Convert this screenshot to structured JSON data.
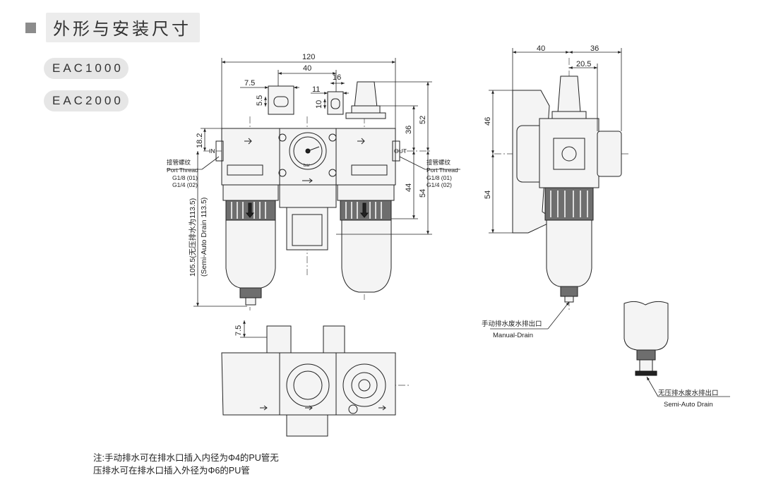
{
  "header": {
    "title": "外形与安装尺寸"
  },
  "models": [
    "EAC1000",
    "EAC2000"
  ],
  "front_view": {
    "dims": {
      "width_total": "120",
      "center_distance": "40",
      "d16": "16",
      "d7_5": "7.5",
      "d11": "11",
      "d5_5": "5.5",
      "d10": "10",
      "d18_2": "18.2",
      "d52": "52",
      "d36": "36",
      "d44": "44",
      "d54": "54",
      "height_semi": "105.5(无压排水为113.5)",
      "height_semi_en": "(Semi-Auto Drain 113.5)"
    },
    "port_in": "IN",
    "port_out": "OUT",
    "port_thread_cn": "接管螺纹",
    "port_thread_en": "Port Thread",
    "thread_1": "G1/8 (01)",
    "thread_2": "G1/4 (02)",
    "gauge_unit": "bar"
  },
  "side_view": {
    "dims": {
      "d40": "40",
      "d36": "36",
      "d20_5": "20.5",
      "d46": "46",
      "d54": "54"
    },
    "manual_drain_cn": "手动排水废水排出口",
    "manual_drain_en": "Manual-Drain"
  },
  "top_view": {
    "dims": {
      "d7_5": "7.5"
    }
  },
  "semi_auto": {
    "label_cn": "无压排水废水排出口",
    "label_en": "Semi-Auto Drain"
  },
  "note": {
    "line1": "注:手动排水可在排水口插入内径为Φ4的PU管无",
    "line2": "压排水可在排水口插入外径为Φ6的PU管"
  }
}
